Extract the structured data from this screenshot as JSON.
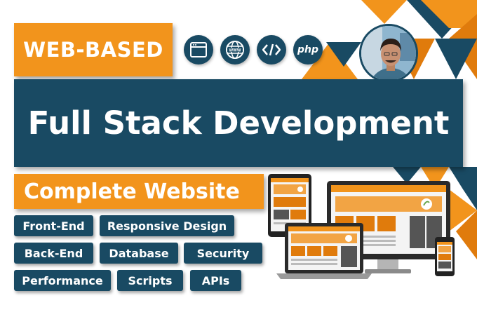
{
  "headline": {
    "tag": "WEB-BASED",
    "title": "Full Stack Development",
    "subtitle": "Complete Website"
  },
  "icons": [
    "browser-window-icon",
    "www-globe-icon",
    "code-tags-icon",
    "php-icon"
  ],
  "php_label": "php",
  "services": [
    "Front-End",
    "Responsive Design",
    "Back-End",
    "Database",
    "Security",
    "Performance",
    "Scripts",
    "APIs"
  ],
  "colors": {
    "navy": "#194a63",
    "orange": "#f2941c",
    "dark_orange": "#e07b0c",
    "white": "#ffffff"
  }
}
